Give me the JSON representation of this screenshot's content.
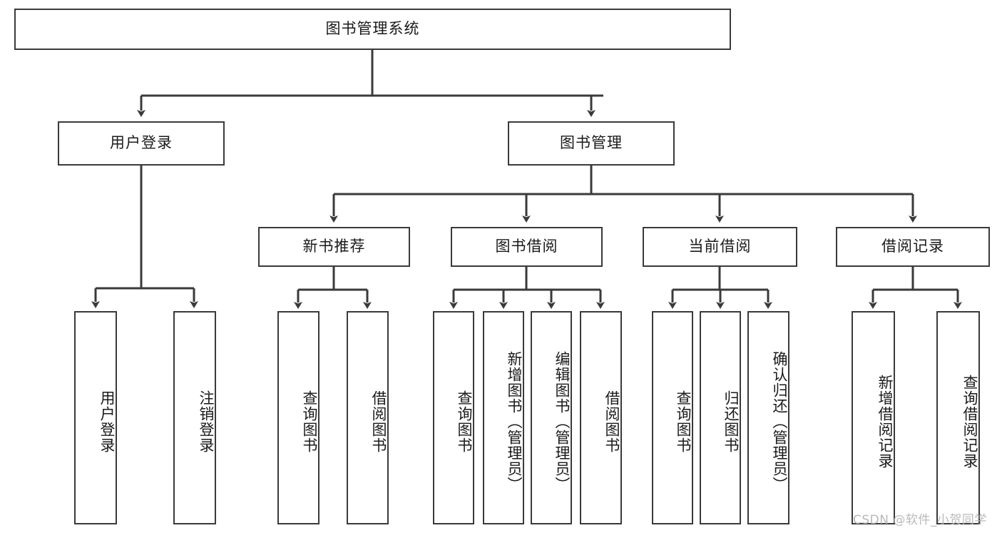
{
  "diagram": {
    "title": "图书管理系统",
    "type": "tree-hierarchy-chart",
    "root": {
      "label": "图书管理系统"
    },
    "level2": [
      {
        "label": "用户登录"
      },
      {
        "label": "图书管理"
      }
    ],
    "level3": [
      {
        "label": "新书推荐"
      },
      {
        "label": "图书借阅"
      },
      {
        "label": "当前借阅"
      },
      {
        "label": "借阅记录"
      }
    ],
    "leaves_user_login": [
      {
        "label": "用户登录"
      },
      {
        "label": "注销登录"
      }
    ],
    "leaves_new_book": [
      {
        "label": "查询图书"
      },
      {
        "label": "借阅图书"
      }
    ],
    "leaves_borrow": [
      {
        "label": "查询图书"
      },
      {
        "label": "新增图书（管理员）"
      },
      {
        "label": "编辑图书（管理员）"
      },
      {
        "label": "借阅图书"
      }
    ],
    "leaves_current": [
      {
        "label": "查询图书"
      },
      {
        "label": "归还图书"
      },
      {
        "label": "确认归还（管理员）"
      }
    ],
    "leaves_record": [
      {
        "label": "新增借阅记录"
      },
      {
        "label": "查询借阅记录"
      }
    ]
  },
  "watermark": {
    "text": "CSDN @软件_小贺同学"
  },
  "colors": {
    "stroke": "#3a3a3a",
    "background": "#ffffff",
    "text": "#1a1a1a",
    "watermark": "#b9b9b9"
  }
}
